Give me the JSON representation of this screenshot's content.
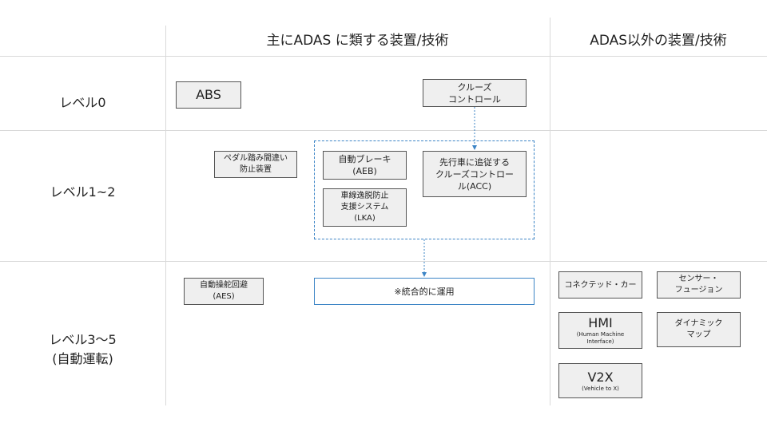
{
  "header": {
    "adas_title": "主にADAS に類する装置/技術",
    "other_title": "ADAS以外の装置/技術"
  },
  "rows": {
    "level0": "レベル0",
    "level12": "レベル1~2",
    "level35": "レベル3〜5\n(自動運転)"
  },
  "level0": {
    "abs": "ABS",
    "cruise": "クルーズ\nコントロール"
  },
  "level12": {
    "pedal": "ペダル踏み間違い\n防止装置",
    "aeb": "自動ブレーキ\n(AEB)",
    "acc": "先行車に追従する\nクルーズコントロー\nル(ACC)",
    "lka": "車線逸脱防止\n支援システム\n(LKA)"
  },
  "level35": {
    "aes": "自動操舵回避\n(AES)",
    "integrated": "※統合的に運用"
  },
  "other": {
    "connected": "コネクテッド・カー",
    "sensor": "センサー・\nフュージョン",
    "hmi": "HMI",
    "hmi_sub": "(Human Machine\nInterface)",
    "dmap": "ダイナミック\nマップ",
    "v2x": "V2X",
    "v2x_sub": "(Vehicle to X)"
  },
  "colors": {
    "box_fill": "#efefef",
    "box_border": "#555555",
    "accent": "#3d85c6",
    "grid": "#d9d9d9"
  }
}
